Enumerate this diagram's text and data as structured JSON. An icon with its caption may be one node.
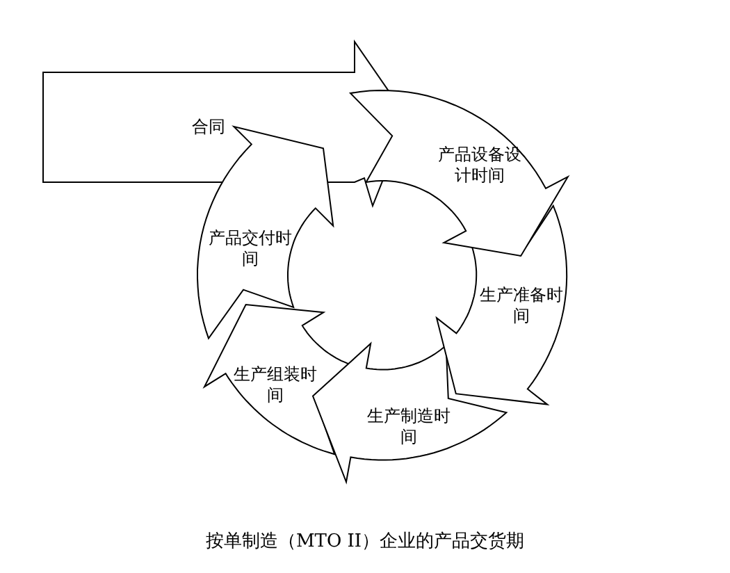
{
  "diagram": {
    "caption": "按单制造（MTO II）企业的产品交货期",
    "nodes": [
      {
        "text": [
          "合同"
        ]
      },
      {
        "text": [
          "产品设备设计时间"
        ]
      },
      {
        "text": [
          "生产准备时间"
        ]
      },
      {
        "text": [
          "生产制造时间"
        ]
      },
      {
        "text": [
          "生产组装时间"
        ]
      },
      {
        "text": [
          "产品交付时间"
        ]
      }
    ]
  }
}
